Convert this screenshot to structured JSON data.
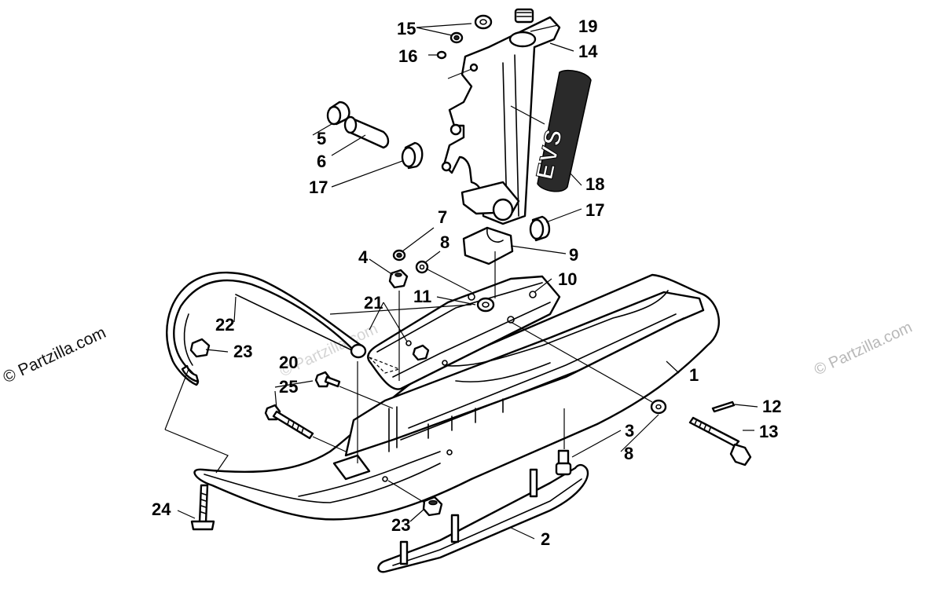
{
  "watermark": {
    "text": "© Partzilla.com",
    "ghost_text": "© Partzilla.com"
  },
  "decal": {
    "text": "EVS"
  },
  "colors": {
    "line": "#000000",
    "background": "#ffffff",
    "watermark_ghost": "#b8b8b8"
  },
  "callouts": [
    {
      "id": "c1",
      "label": "1"
    },
    {
      "id": "c2",
      "label": "2"
    },
    {
      "id": "c3",
      "label": "3"
    },
    {
      "id": "c4",
      "label": "4"
    },
    {
      "id": "c5",
      "label": "5"
    },
    {
      "id": "c6",
      "label": "6"
    },
    {
      "id": "c7",
      "label": "7"
    },
    {
      "id": "c8a",
      "label": "8"
    },
    {
      "id": "c8b",
      "label": "8"
    },
    {
      "id": "c9",
      "label": "9"
    },
    {
      "id": "c10",
      "label": "10"
    },
    {
      "id": "c11",
      "label": "11"
    },
    {
      "id": "c12",
      "label": "12"
    },
    {
      "id": "c13",
      "label": "13"
    },
    {
      "id": "c14",
      "label": "14"
    },
    {
      "id": "c15",
      "label": "15"
    },
    {
      "id": "c16",
      "label": "16"
    },
    {
      "id": "c17a",
      "label": "17"
    },
    {
      "id": "c17b",
      "label": "17"
    },
    {
      "id": "c18",
      "label": "18"
    },
    {
      "id": "c19",
      "label": "19"
    },
    {
      "id": "c20",
      "label": "20"
    },
    {
      "id": "c21",
      "label": "21"
    },
    {
      "id": "c22",
      "label": "22"
    },
    {
      "id": "c23a",
      "label": "23"
    },
    {
      "id": "c23b",
      "label": "23"
    },
    {
      "id": "c24",
      "label": "24"
    },
    {
      "id": "c25",
      "label": "25"
    }
  ]
}
